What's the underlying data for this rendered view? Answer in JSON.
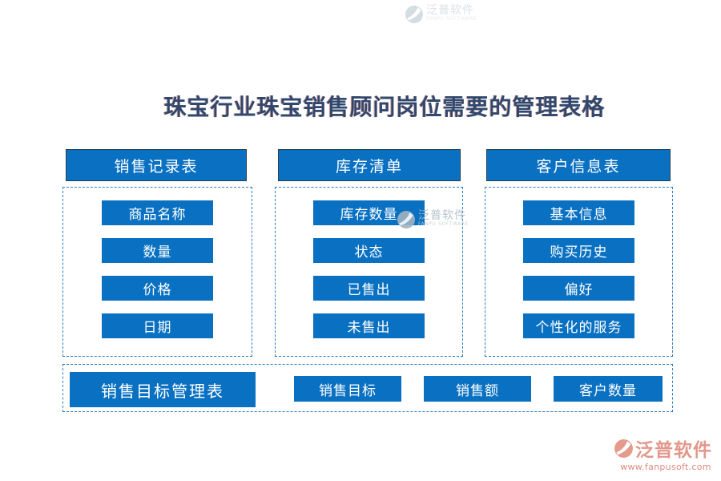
{
  "title": "珠宝行业珠宝销售顾问岗位需要的管理表格",
  "columns": [
    {
      "header": "销售记录表",
      "items": [
        "商品名称",
        "数量",
        "价格",
        "日期"
      ]
    },
    {
      "header": "库存清单",
      "items": [
        "库存数量",
        "状态",
        "已售出",
        "未售出"
      ]
    },
    {
      "header": "客户信息表",
      "items": [
        "基本信息",
        "购买历史",
        "偏好",
        "个性化的服务"
      ]
    }
  ],
  "bottom_section": {
    "header": "销售目标管理表",
    "items": [
      "销售目标",
      "销售额",
      "客户数量"
    ]
  },
  "watermarks": {
    "top": {
      "brand": "泛普软件",
      "subtitle": "FANPU SOFTWARE"
    },
    "center": {
      "brand": "泛普软件",
      "subtitle": "FANPU SOFTWARE"
    },
    "footer": {
      "brand": "泛普软件",
      "url": "www.fanpusoft.com"
    }
  },
  "colors": {
    "primary_blue": "#0a71c2",
    "dashed_border": "#2e7cc0",
    "title_text": "#31486e",
    "watermark_gray": "#aebdc8",
    "watermark_salmon": "#e3978b"
  }
}
